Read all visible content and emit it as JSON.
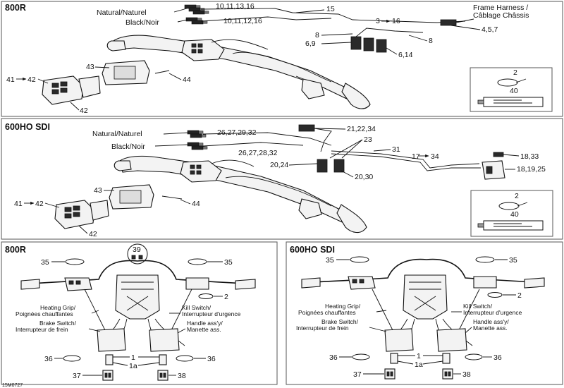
{
  "panel_top": {
    "title": "800R",
    "natural": "Natural/Naturel",
    "black": "Black/Noir",
    "l_a": "10,11,13,16",
    "l_b": "10,11,12,16",
    "l_15": "15",
    "frame1": "Frame Harness /",
    "frame2": "Câblage Châssis",
    "l_316": "3",
    "l_316b": "16",
    "l_457": "4,5,7",
    "l_8a": "8",
    "l_8b": "8",
    "l_69": "6,9",
    "l_614": "6,14",
    "l_43": "43",
    "l_44": "44",
    "l_41": "41",
    "l_42a": "42",
    "l_42b": "42",
    "inset_2": "2",
    "inset_40": "40"
  },
  "panel_mid": {
    "title": "600HO SDI",
    "natural": "Natural/Naturel",
    "black": "Black/Noir",
    "l_a": "26,27,29,32",
    "l_b": "26,27,28,32",
    "l_21": "21,22,34",
    "l_23": "23",
    "l_31": "31",
    "l_2024": "20,24",
    "l_2030": "20,30",
    "l_17": "17",
    "l_34": "34",
    "l_1833": "18,33",
    "l_181925": "18,19,25",
    "l_43": "43",
    "l_44": "44",
    "l_41": "41",
    "l_42a": "42",
    "l_42b": "42",
    "inset_2": "2",
    "inset_40": "40"
  },
  "panel_bl": {
    "title": "800R",
    "l_39": "39",
    "l_35a": "35",
    "l_35b": "35",
    "l_2": "2",
    "heat1": "Heating Grip/",
    "heat2": "Poignées chauffantes",
    "brake1": "Brake Switch/",
    "brake2": "Interrupteur de frein",
    "kill1": "Kill Switch/",
    "kill2": "Interrupteur d'urgence",
    "handle1": "Handle ass'y/",
    "handle2": "Manette ass.",
    "l_36a": "36",
    "l_36b": "36",
    "l_1": "1",
    "l_1a": "1a",
    "l_37": "37",
    "l_38": "38"
  },
  "panel_br": {
    "title": "600HO SDI",
    "l_35a": "35",
    "l_35b": "35",
    "l_2": "2",
    "heat1": "Heating Grip/",
    "heat2": "Poignées chauffantes",
    "brake1": "Brake Switch/",
    "brake2": "Interrupteur de frein",
    "kill1": "Kill Switch/",
    "kill2": "Interrupteur d'urgence",
    "handle1": "Handle ass'y/",
    "handle2": "Manette ass.",
    "l_36a": "36",
    "l_36b": "36",
    "l_1": "1",
    "l_1a": "1a",
    "l_37": "37",
    "l_38": "38"
  },
  "footer": {
    "code": "15M0727"
  },
  "colors": {
    "line": "#111111",
    "frame": "#555555",
    "fill": "#f3f3f3",
    "dark": "#2a2a2a"
  },
  "icons": [
    "handlebar-diagram",
    "switch-housing",
    "wire-connector",
    "cable-tie",
    "grease-tube",
    "harness"
  ]
}
